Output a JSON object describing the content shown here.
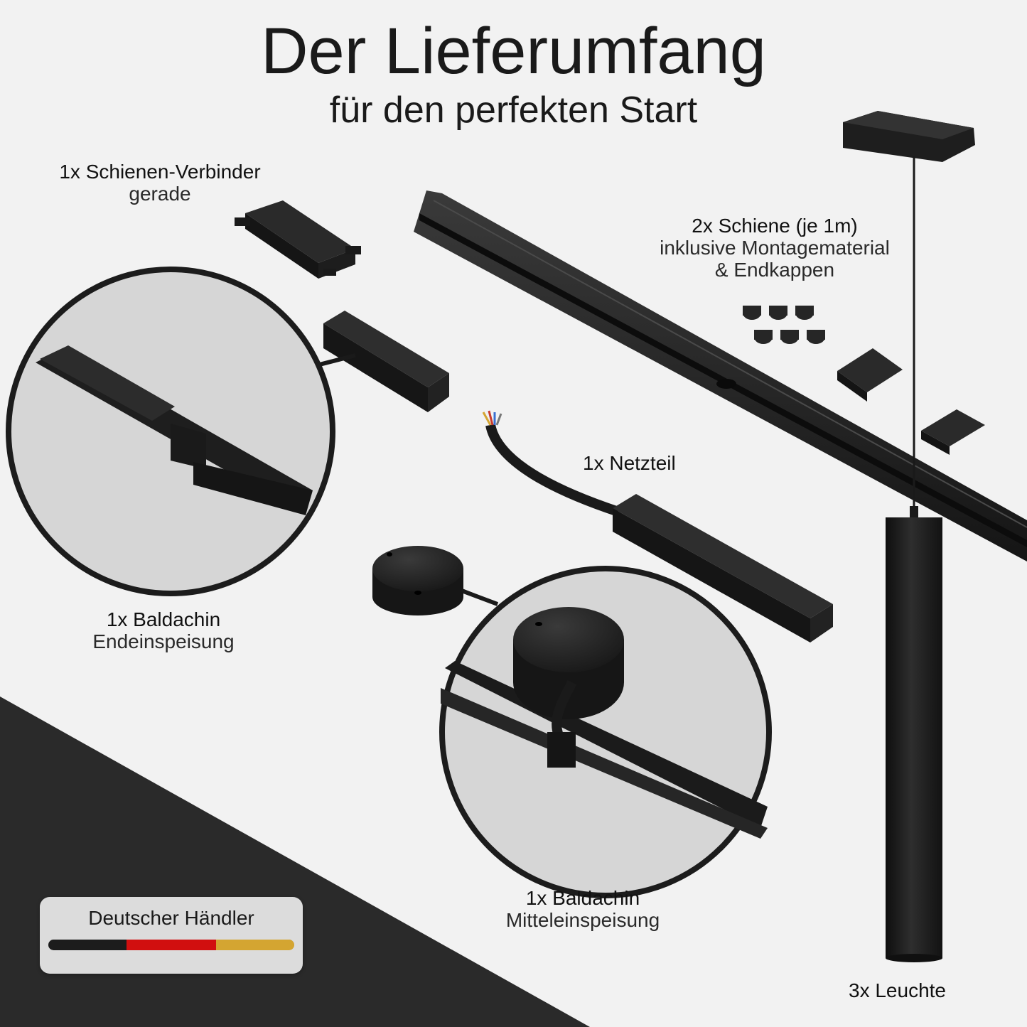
{
  "header": {
    "title": "Der Lieferumfang",
    "subtitle": "für den perfekten Start"
  },
  "items": {
    "connector": {
      "line1": "1x Schienen-Verbinder",
      "line2": "gerade"
    },
    "rail": {
      "line1": "2x Schiene (je 1m)",
      "line2": "inklusive Montagematerial",
      "line3": "& Endkappen"
    },
    "power_supply": {
      "line1": "1x Netzteil"
    },
    "canopy_end": {
      "line1": "1x Baldachin",
      "line2": "Endeinspeisung"
    },
    "canopy_middle": {
      "line1": "1x Baldachin",
      "line2": "Mitteleinspeisung"
    },
    "pendant": {
      "line1": "3x Leuchte"
    }
  },
  "badge": {
    "text": "Deutscher Händler",
    "flag_colors": [
      "#1c1c1c",
      "#d10f0f",
      "#d4a531"
    ]
  },
  "colors": {
    "background": "#f2f2f2",
    "product_black": "#1e1e1e",
    "dark_corner": "#2a2a2a",
    "zoom_fill": "#d6d6d6"
  },
  "icons": [
    "connector-icon",
    "rail-icon",
    "end-cap-icon",
    "power-supply-icon",
    "canopy-icon",
    "pendant-lamp-icon",
    "zoom-circle-icon",
    "german-flag-icon"
  ]
}
